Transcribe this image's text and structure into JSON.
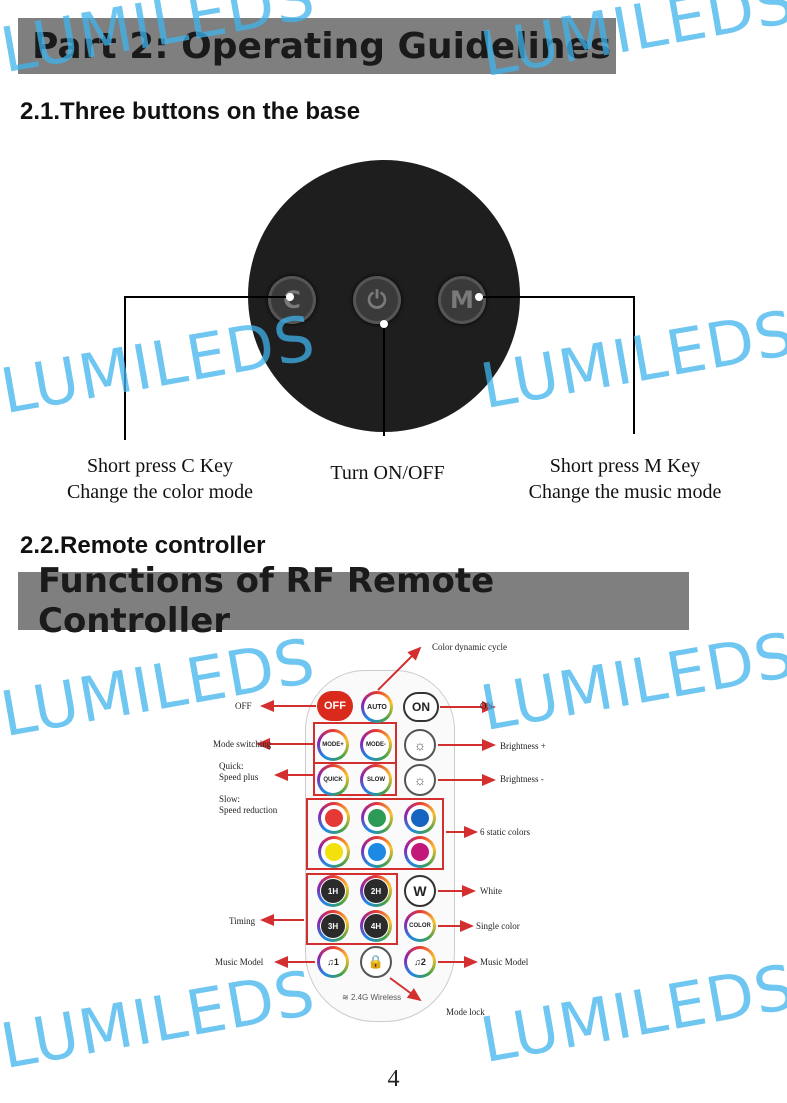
{
  "part_banner": "Part 2:  Operating Guidelines",
  "section_1_heading": "2.1.Three buttons on the base",
  "base_buttons": {
    "c_key": "C",
    "power_key": "⏻",
    "m_key": "M"
  },
  "base_labels": {
    "left_line1": "Short press C Key",
    "left_line2": "Change the color mode",
    "center": "Turn  ON/OFF",
    "right_line1": "Short press M Key",
    "right_line2": "Change the music mode"
  },
  "section_2_heading": "2.2.Remote controller",
  "functions_banner": "Functions of RF Remote Controller",
  "remote": {
    "buttons": {
      "off": "OFF",
      "auto": "AUTO",
      "on": "ON",
      "mode_plus": "MODE+",
      "mode_minus": "MODE-",
      "quick": "QUICK",
      "slow": "SLOW",
      "t1h": "1H",
      "t2h": "2H",
      "w": "W",
      "t3h": "3H",
      "t4h": "4H",
      "color": "COLOR",
      "music1": "♫1",
      "music2": "♫2"
    },
    "wireless_label": "2.4G Wireless",
    "static_colors": [
      "#e53935",
      "#2e9a57",
      "#1565c0",
      "#f2e10b",
      "#1e88e5",
      "#c2187a"
    ]
  },
  "annotations": {
    "color_dynamic_cycle": "Color dynamic cycle",
    "off": "OFF",
    "on": "ON",
    "mode_switching": "Mode switching",
    "brightness_plus": "Brightness +",
    "quick_line1": "Quick:",
    "quick_line2": "Speed plus",
    "brightness_minus": "Brightness -",
    "slow_line1": "Slow:",
    "slow_line2": "Speed reduction",
    "static_colors": "6 static colors",
    "white": "White",
    "timing": "Timing",
    "single_color": "Single color",
    "music_model_left": "Music Model",
    "music_model_right": "Music  Model",
    "mode_lock": "Mode lock"
  },
  "watermark": "LUMILEDS",
  "page_number": "4"
}
